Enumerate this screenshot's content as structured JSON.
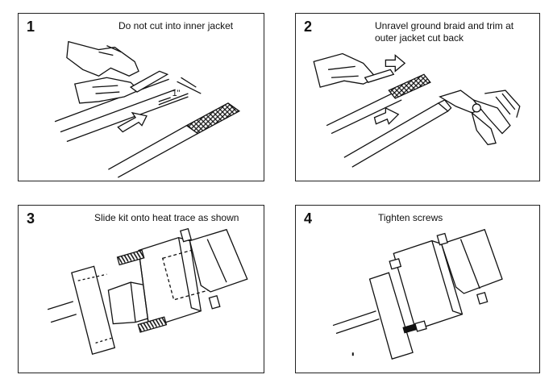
{
  "panels": [
    {
      "number": "1",
      "caption": "Do not cut into inner jacket",
      "dimension": "1\""
    },
    {
      "number": "2",
      "caption_line1": "Unravel ground braid and trim at",
      "caption_line2": "outer jacket cut back"
    },
    {
      "number": "3",
      "caption": "Slide kit onto heat trace as shown"
    },
    {
      "number": "4",
      "caption": "Tighten screws"
    }
  ]
}
